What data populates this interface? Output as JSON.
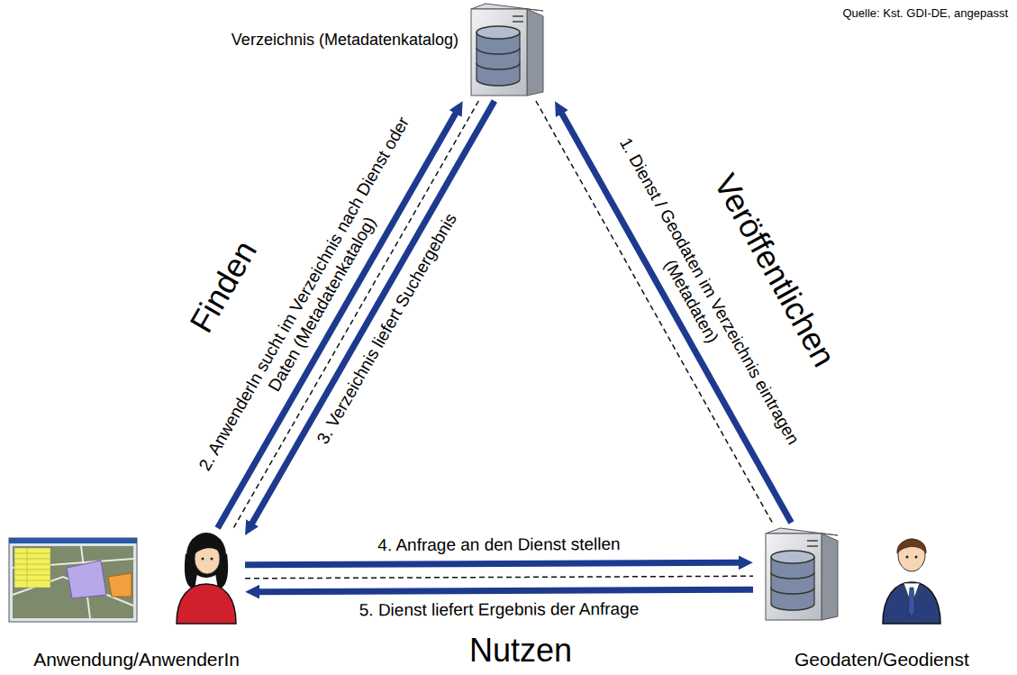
{
  "diagram": {
    "nodes": [
      {
        "text": [
          "Verzeichnis (Metadatenkatalog)"
        ]
      },
      {
        "text": [
          "Anwendung/AnwenderIn"
        ]
      },
      {
        "text": [
          "Geodaten/Geodienst"
        ]
      }
    ],
    "edges": [
      {
        "from": 2,
        "to": 0,
        "arrow": "to",
        "label": "1. Dienst / Geodaten im Verzeichnis eintragen (Metadaten)"
      },
      {
        "from": 1,
        "to": 0,
        "arrow": "to",
        "label": "2. AnwenderIn sucht im Verzeichnis nach Dienst oder Daten (Metadatenkatalog)"
      },
      {
        "from": 0,
        "to": 1,
        "arrow": "to",
        "label": "3. Verzeichnis liefert Suchergebnis"
      },
      {
        "from": 1,
        "to": 2,
        "arrow": "to",
        "label": "4. Anfrage an den Dienst stellen"
      },
      {
        "from": 2,
        "to": 1,
        "arrow": "to",
        "label": "5. Dienst liefert Ergebnis der Anfrage"
      },
      {
        "from": 0,
        "to": 1,
        "arrow": "none"
      },
      {
        "from": 0,
        "to": 2,
        "arrow": "none"
      },
      {
        "from": 1,
        "to": 2,
        "arrow": "none"
      }
    ],
    "labels": [
      "Quelle: Kst. GDI-DE, angepasst",
      "Finden",
      "Veröffentlichen",
      "Nutzen"
    ]
  }
}
